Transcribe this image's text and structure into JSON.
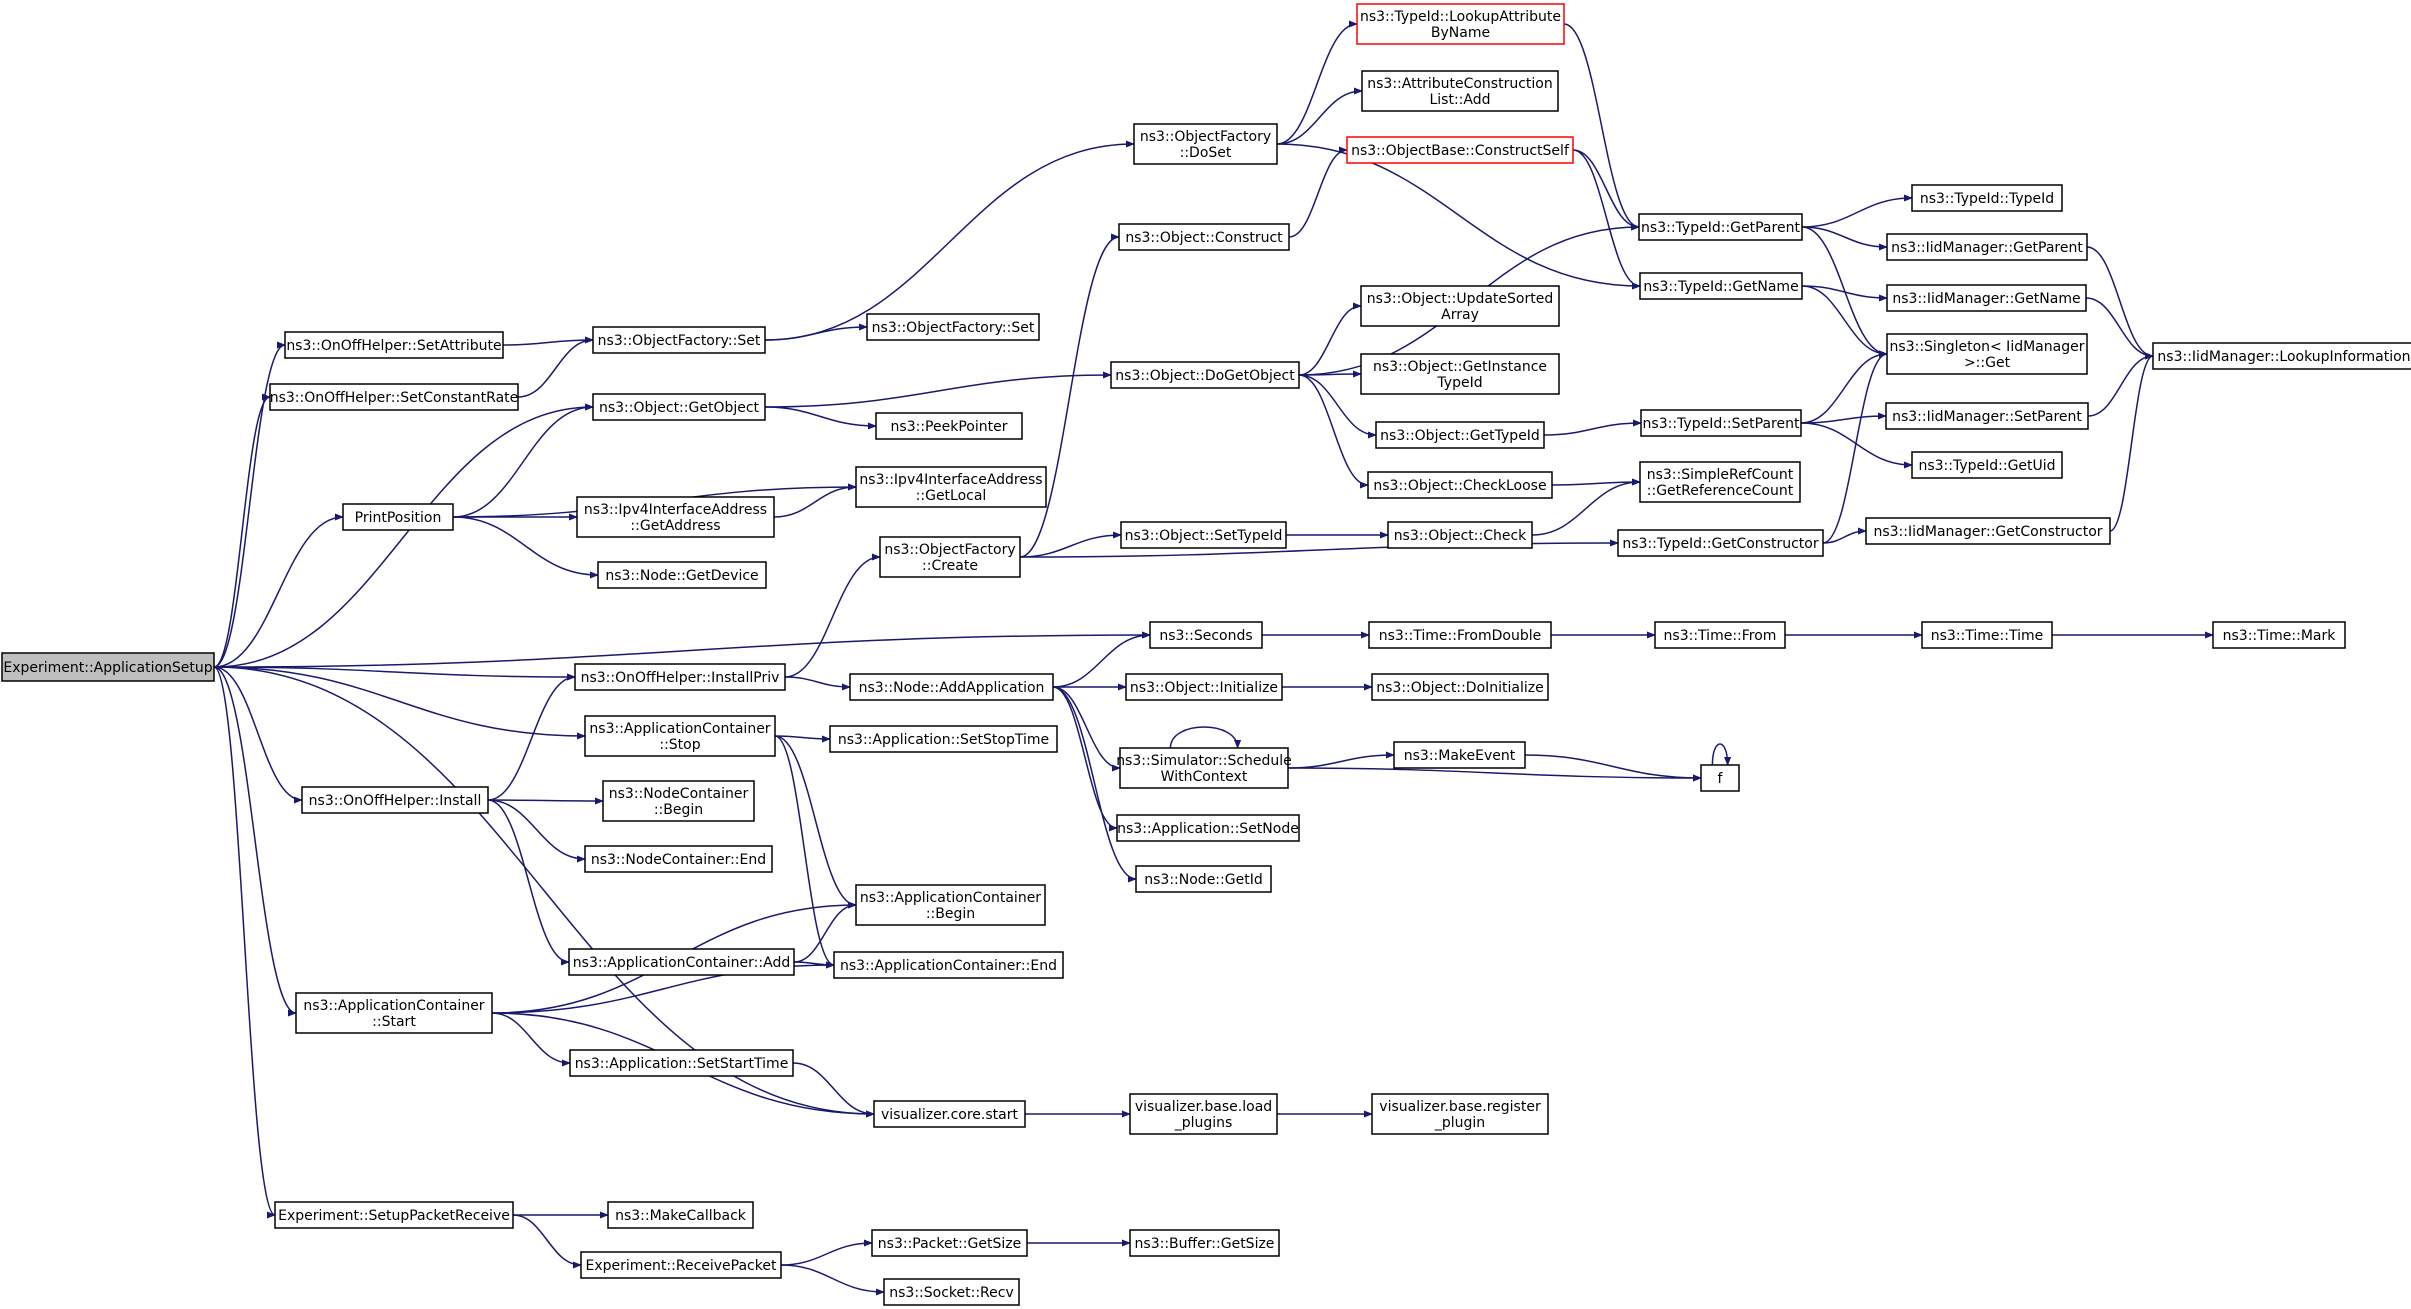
{
  "colors": {
    "edge": "#191970",
    "node_border": "#000000",
    "highlight_border": "#ff0000",
    "root_fill": "#bfbfbf",
    "background": "#ffffff"
  },
  "nodes": [
    {
      "id": "root",
      "lines": [
        "Experiment::ApplicationSetup"
      ],
      "style": "root"
    },
    {
      "id": "onoff_setattr",
      "lines": [
        "ns3::OnOffHelper::SetAttribute"
      ]
    },
    {
      "id": "onoff_setrate",
      "lines": [
        "ns3::OnOffHelper::SetConstantRate"
      ]
    },
    {
      "id": "printpos",
      "lines": [
        "PrintPosition"
      ]
    },
    {
      "id": "onoff_install",
      "lines": [
        "ns3::OnOffHelper::Install"
      ]
    },
    {
      "id": "appc_start",
      "lines": [
        "ns3::ApplicationContainer",
        "::Start"
      ]
    },
    {
      "id": "setup_recv",
      "lines": [
        "Experiment::SetupPacketReceive"
      ]
    },
    {
      "id": "objf_set",
      "lines": [
        "ns3::ObjectFactory::Set"
      ]
    },
    {
      "id": "obj_getobject",
      "lines": [
        "ns3::Object::GetObject"
      ]
    },
    {
      "id": "ipv4_getaddr",
      "lines": [
        "ns3::Ipv4InterfaceAddress",
        "::GetAddress"
      ]
    },
    {
      "id": "node_getdevice",
      "lines": [
        "ns3::Node::GetDevice"
      ]
    },
    {
      "id": "onoff_installpriv",
      "lines": [
        "ns3::OnOffHelper::InstallPriv"
      ]
    },
    {
      "id": "appc_stop",
      "lines": [
        "ns3::ApplicationContainer",
        "::Stop"
      ]
    },
    {
      "id": "nc_begin",
      "lines": [
        "ns3::NodeContainer",
        "::Begin"
      ]
    },
    {
      "id": "nc_end",
      "lines": [
        "ns3::NodeContainer::End"
      ]
    },
    {
      "id": "appc_add",
      "lines": [
        "ns3::ApplicationContainer::Add"
      ]
    },
    {
      "id": "app_setstart",
      "lines": [
        "ns3::Application::SetStartTime"
      ]
    },
    {
      "id": "make_callback",
      "lines": [
        "ns3::MakeCallback"
      ]
    },
    {
      "id": "recv_packet",
      "lines": [
        "Experiment::ReceivePacket"
      ]
    },
    {
      "id": "objf_set2",
      "lines": [
        "ns3::ObjectFactory::Set"
      ]
    },
    {
      "id": "peekpointer",
      "lines": [
        "ns3::PeekPointer"
      ]
    },
    {
      "id": "ipv4_getlocal",
      "lines": [
        "ns3::Ipv4InterfaceAddress",
        "::GetLocal"
      ]
    },
    {
      "id": "objf_create",
      "lines": [
        "ns3::ObjectFactory",
        "::Create"
      ]
    },
    {
      "id": "seconds",
      "lines": [
        "ns3::Seconds"
      ]
    },
    {
      "id": "node_addapp",
      "lines": [
        "ns3::Node::AddApplication"
      ]
    },
    {
      "id": "app_setstop",
      "lines": [
        "ns3::Application::SetStopTime"
      ]
    },
    {
      "id": "appc_begin",
      "lines": [
        "ns3::ApplicationContainer",
        "::Begin"
      ]
    },
    {
      "id": "appc_end",
      "lines": [
        "ns3::ApplicationContainer::End"
      ]
    },
    {
      "id": "viz_start",
      "lines": [
        "visualizer.core.start"
      ]
    },
    {
      "id": "packet_getsize",
      "lines": [
        "ns3::Packet::GetSize"
      ]
    },
    {
      "id": "socket_recv",
      "lines": [
        "ns3::Socket::Recv"
      ]
    },
    {
      "id": "objf_doset",
      "lines": [
        "ns3::ObjectFactory",
        "::DoSet"
      ]
    },
    {
      "id": "obj_construct",
      "lines": [
        "ns3::Object::Construct"
      ]
    },
    {
      "id": "obj_dogetobject",
      "lines": [
        "ns3::Object::DoGetObject"
      ]
    },
    {
      "id": "obj_settypeid",
      "lines": [
        "ns3::Object::SetTypeId"
      ]
    },
    {
      "id": "obj_initialize",
      "lines": [
        "ns3::Object::Initialize"
      ]
    },
    {
      "id": "sim_schedule",
      "lines": [
        "ns3::Simulator::Schedule",
        "WithContext"
      ]
    },
    {
      "id": "app_setnode",
      "lines": [
        "ns3::Application::SetNode"
      ]
    },
    {
      "id": "node_getid",
      "lines": [
        "ns3::Node::GetId"
      ]
    },
    {
      "id": "viz_loadplugins",
      "lines": [
        "visualizer.base.load",
        "_plugins"
      ]
    },
    {
      "id": "buffer_getsize",
      "lines": [
        "ns3::Buffer::GetSize"
      ]
    },
    {
      "id": "typeid_lookupattr",
      "lines": [
        "ns3::TypeId::LookupAttribute",
        "ByName"
      ],
      "style": "red"
    },
    {
      "id": "attr_add",
      "lines": [
        "ns3::AttributeConstruction",
        "List::Add"
      ]
    },
    {
      "id": "objbase_constructself",
      "lines": [
        "ns3::ObjectBase::ConstructSelf"
      ],
      "style": "red"
    },
    {
      "id": "obj_updatesorted",
      "lines": [
        "ns3::Object::UpdateSorted",
        "Array"
      ]
    },
    {
      "id": "obj_getinstancetypeid",
      "lines": [
        "ns3::Object::GetInstance",
        "TypeId"
      ]
    },
    {
      "id": "obj_gettypeid",
      "lines": [
        "ns3::Object::GetTypeId"
      ]
    },
    {
      "id": "obj_checkloose",
      "lines": [
        "ns3::Object::CheckLoose"
      ]
    },
    {
      "id": "obj_check",
      "lines": [
        "ns3::Object::Check"
      ]
    },
    {
      "id": "time_fromdouble",
      "lines": [
        "ns3::Time::FromDouble"
      ]
    },
    {
      "id": "obj_doinitialize",
      "lines": [
        "ns3::Object::DoInitialize"
      ]
    },
    {
      "id": "makeevent",
      "lines": [
        "ns3::MakeEvent"
      ]
    },
    {
      "id": "viz_registerplugin",
      "lines": [
        "visualizer.base.register",
        "_plugin"
      ]
    },
    {
      "id": "typeid_getparent",
      "lines": [
        "ns3::TypeId::GetParent"
      ]
    },
    {
      "id": "typeid_getname",
      "lines": [
        "ns3::TypeId::GetName"
      ]
    },
    {
      "id": "typeid_setparent",
      "lines": [
        "ns3::TypeId::SetParent"
      ]
    },
    {
      "id": "simplerefcount",
      "lines": [
        "ns3::SimpleRefCount",
        "::GetReferenceCount"
      ]
    },
    {
      "id": "typeid_getconstructor",
      "lines": [
        "ns3::TypeId::GetConstructor"
      ]
    },
    {
      "id": "time_from",
      "lines": [
        "ns3::Time::From"
      ]
    },
    {
      "id": "f",
      "lines": [
        "f"
      ]
    },
    {
      "id": "typeid_typeid",
      "lines": [
        "ns3::TypeId::TypeId"
      ]
    },
    {
      "id": "iid_getparent",
      "lines": [
        "ns3::IidManager::GetParent"
      ]
    },
    {
      "id": "iid_getname",
      "lines": [
        "ns3::IidManager::GetName"
      ]
    },
    {
      "id": "singleton_get",
      "lines": [
        "ns3::Singleton< IidManager",
        ">::Get"
      ]
    },
    {
      "id": "iid_setparent",
      "lines": [
        "ns3::IidManager::SetParent"
      ]
    },
    {
      "id": "typeid_getuid",
      "lines": [
        "ns3::TypeId::GetUid"
      ]
    },
    {
      "id": "iid_getconstructor",
      "lines": [
        "ns3::IidManager::GetConstructor"
      ]
    },
    {
      "id": "time_time",
      "lines": [
        "ns3::Time::Time"
      ]
    },
    {
      "id": "iid_lookupinfo",
      "lines": [
        "ns3::IidManager::LookupInformation"
      ]
    },
    {
      "id": "time_mark",
      "lines": [
        "ns3::Time::Mark"
      ]
    }
  ],
  "edges": [
    [
      "root",
      "onoff_setattr"
    ],
    [
      "root",
      "onoff_setrate"
    ],
    [
      "root",
      "obj_getobject"
    ],
    [
      "root",
      "printpos"
    ],
    [
      "root",
      "seconds"
    ],
    [
      "root",
      "onoff_installpriv"
    ],
    [
      "root",
      "appc_stop"
    ],
    [
      "root",
      "onoff_install"
    ],
    [
      "root",
      "appc_start"
    ],
    [
      "root",
      "viz_start"
    ],
    [
      "root",
      "setup_recv"
    ],
    [
      "onoff_setattr",
      "objf_set"
    ],
    [
      "onoff_setrate",
      "objf_set"
    ],
    [
      "printpos",
      "obj_getobject"
    ],
    [
      "printpos",
      "ipv4_getlocal"
    ],
    [
      "printpos",
      "ipv4_getaddr"
    ],
    [
      "printpos",
      "node_getdevice"
    ],
    [
      "onoff_install",
      "onoff_installpriv"
    ],
    [
      "onoff_install",
      "nc_begin"
    ],
    [
      "onoff_install",
      "nc_end"
    ],
    [
      "onoff_install",
      "appc_add"
    ],
    [
      "appc_start",
      "appc_begin"
    ],
    [
      "appc_start",
      "appc_end"
    ],
    [
      "appc_start",
      "app_setstart"
    ],
    [
      "appc_start",
      "viz_start"
    ],
    [
      "setup_recv",
      "make_callback"
    ],
    [
      "setup_recv",
      "recv_packet"
    ],
    [
      "objf_set",
      "objf_doset"
    ],
    [
      "objf_set",
      "objf_set2"
    ],
    [
      "obj_getobject",
      "obj_dogetobject"
    ],
    [
      "obj_getobject",
      "peekpointer"
    ],
    [
      "ipv4_getaddr",
      "ipv4_getlocal"
    ],
    [
      "onoff_installpriv",
      "objf_create"
    ],
    [
      "onoff_installpriv",
      "node_addapp"
    ],
    [
      "appc_stop",
      "app_setstop"
    ],
    [
      "appc_stop",
      "appc_begin"
    ],
    [
      "appc_stop",
      "appc_end"
    ],
    [
      "appc_add",
      "appc_begin"
    ],
    [
      "appc_add",
      "appc_end"
    ],
    [
      "app_setstart",
      "viz_start"
    ],
    [
      "recv_packet",
      "packet_getsize"
    ],
    [
      "recv_packet",
      "socket_recv"
    ],
    [
      "objf_create",
      "obj_construct"
    ],
    [
      "objf_create",
      "obj_settypeid"
    ],
    [
      "objf_create",
      "typeid_getconstructor"
    ],
    [
      "seconds",
      "time_fromdouble"
    ],
    [
      "node_addapp",
      "seconds"
    ],
    [
      "node_addapp",
      "obj_initialize"
    ],
    [
      "node_addapp",
      "sim_schedule"
    ],
    [
      "node_addapp",
      "app_setnode"
    ],
    [
      "node_addapp",
      "node_getid"
    ],
    [
      "viz_start",
      "viz_loadplugins"
    ],
    [
      "packet_getsize",
      "buffer_getsize"
    ],
    [
      "objf_doset",
      "typeid_lookupattr"
    ],
    [
      "objf_doset",
      "attr_add"
    ],
    [
      "objf_doset",
      "typeid_getname"
    ],
    [
      "obj_construct",
      "objbase_constructself"
    ],
    [
      "obj_dogetobject",
      "typeid_getparent"
    ],
    [
      "obj_dogetobject",
      "obj_updatesorted"
    ],
    [
      "obj_dogetobject",
      "obj_getinstancetypeid"
    ],
    [
      "obj_dogetobject",
      "obj_gettypeid"
    ],
    [
      "obj_dogetobject",
      "obj_checkloose"
    ],
    [
      "obj_settypeid",
      "obj_check"
    ],
    [
      "obj_initialize",
      "obj_doinitialize"
    ],
    [
      "sim_schedule",
      "sim_schedule"
    ],
    [
      "sim_schedule",
      "makeevent"
    ],
    [
      "sim_schedule",
      "f"
    ],
    [
      "viz_loadplugins",
      "viz_registerplugin"
    ],
    [
      "typeid_lookupattr",
      "typeid_getparent"
    ],
    [
      "objbase_constructself",
      "typeid_getparent"
    ],
    [
      "objbase_constructself",
      "typeid_getname"
    ],
    [
      "obj_gettypeid",
      "typeid_setparent"
    ],
    [
      "obj_checkloose",
      "simplerefcount"
    ],
    [
      "obj_check",
      "simplerefcount"
    ],
    [
      "time_fromdouble",
      "time_from"
    ],
    [
      "makeevent",
      "f"
    ],
    [
      "typeid_getparent",
      "typeid_typeid"
    ],
    [
      "typeid_getparent",
      "iid_getparent"
    ],
    [
      "typeid_getparent",
      "singleton_get"
    ],
    [
      "typeid_getname",
      "iid_getname"
    ],
    [
      "typeid_getname",
      "singleton_get"
    ],
    [
      "typeid_setparent",
      "singleton_get"
    ],
    [
      "typeid_setparent",
      "iid_setparent"
    ],
    [
      "typeid_setparent",
      "typeid_getuid"
    ],
    [
      "typeid_getconstructor",
      "singleton_get"
    ],
    [
      "typeid_getconstructor",
      "iid_getconstructor"
    ],
    [
      "time_from",
      "time_time"
    ],
    [
      "f",
      "f"
    ],
    [
      "iid_getparent",
      "iid_lookupinfo"
    ],
    [
      "iid_getname",
      "iid_lookupinfo"
    ],
    [
      "iid_setparent",
      "iid_lookupinfo"
    ],
    [
      "iid_getconstructor",
      "iid_lookupinfo"
    ],
    [
      "time_time",
      "time_mark"
    ]
  ]
}
